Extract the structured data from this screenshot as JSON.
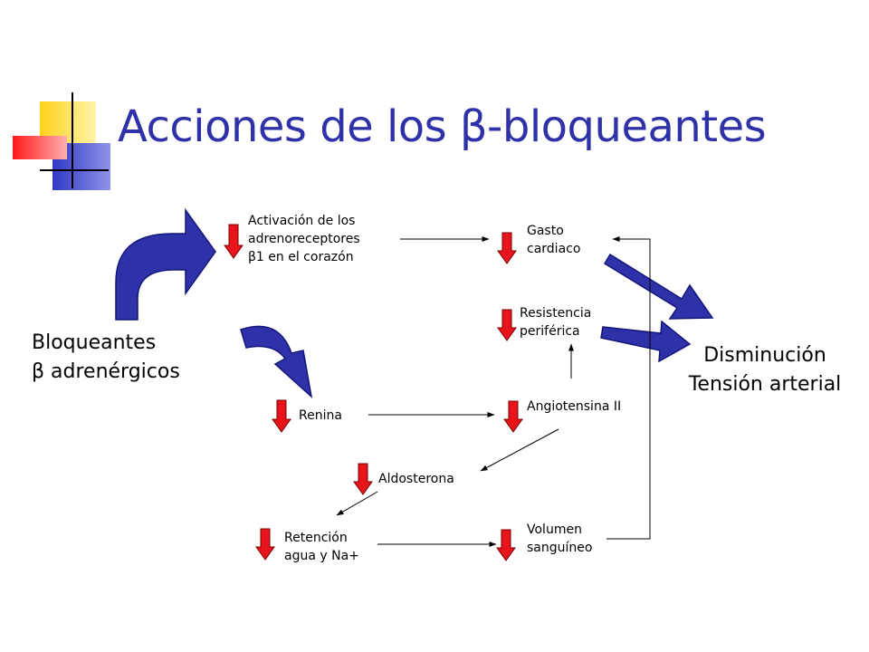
{
  "title": "Acciones de los β-bloqueantes",
  "colors": {
    "title": "#2e31a8",
    "curved_arrow": "#2e31a8",
    "down_arrow": "#e8141c",
    "deco_yellow": "#ffd21a",
    "deco_blue": "#2f38c6",
    "deco_red": "#ff2a2a"
  },
  "source": {
    "line1": "Bloqueantes",
    "line2": "β adrenérgicos"
  },
  "nodes": {
    "activacion": [
      "Activación de los",
      "adrenoreceptores",
      "β1 en el corazón"
    ],
    "gasto": [
      "Gasto",
      "cardiaco"
    ],
    "resistencia": [
      "Resistencia",
      "periférica"
    ],
    "renina": [
      "Renina"
    ],
    "angiotensina": [
      "Angiotensina II"
    ],
    "aldosterona": [
      "Aldosterona"
    ],
    "retencion": [
      "Retención",
      "agua y Na+"
    ],
    "volumen": [
      "Volumen",
      "sanguíneo"
    ]
  },
  "result": {
    "line1": "Disminución",
    "line2": "Tensión arterial"
  }
}
